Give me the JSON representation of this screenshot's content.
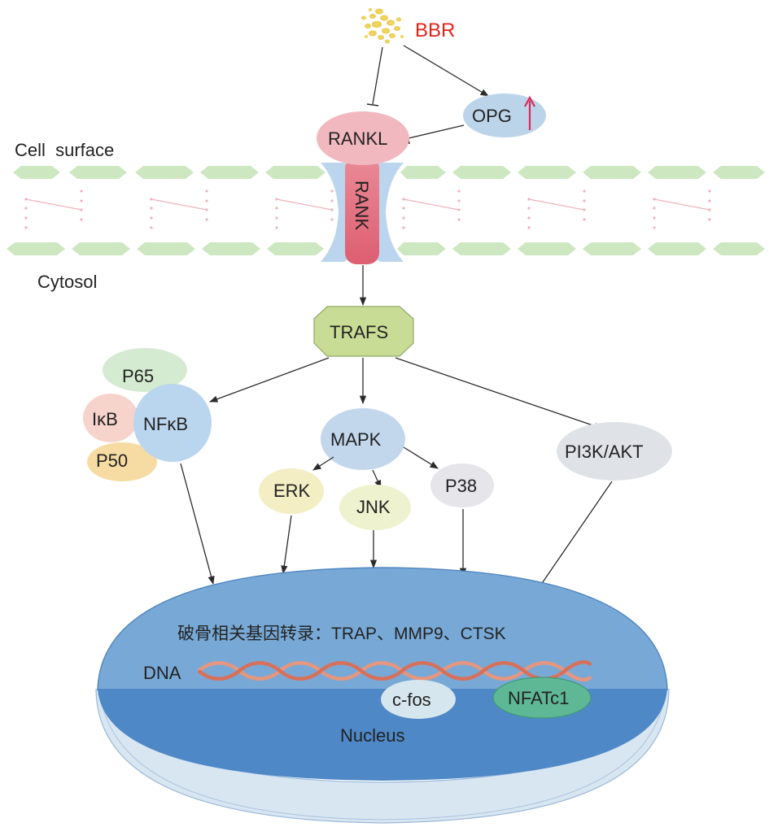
{
  "drug": {
    "label": "BBR",
    "color": "#e32219"
  },
  "labels": {
    "cell_surface": "Cell  surface",
    "cytosol": "Cytosol",
    "opg": "OPG",
    "rankl": "RANKL",
    "rank": "RANK",
    "trafs": "TRAFS",
    "p65": "P65",
    "ikb": "IκB",
    "nfkb": "NFκB",
    "p50": "P50",
    "mapk": "MAPK",
    "erk": "ERK",
    "jnk": "JNK",
    "p38": "P38",
    "pi3k_akt": "PI3K/AKT",
    "transcription": "破骨相关基因转录：TRAP、MMP9、CTSK",
    "dna": "DNA",
    "cfos": "c-fos",
    "nfatc1": "NFATc1",
    "nucleus": "Nucleus"
  },
  "colors": {
    "membrane": "#cde8c0",
    "rankl": "#f2b8c0",
    "rank": "#e8697a",
    "rank_holder": "#bcd5ee",
    "opg": "#bcd4ea",
    "opg_arrow": "#d42a5a",
    "trafs": "#c9dc95",
    "p65": "#d5ebd1",
    "ikb": "#f6d4cc",
    "nfkb": "#bad6ef",
    "p50": "#f6dca2",
    "mapk": "#c2d7ec",
    "erk": "#f3eec4",
    "jnk": "#eef2cf",
    "p38": "#e6e6ea",
    "pi3k": "#dfe3e8",
    "nucleus_top": "#78a9d6",
    "nucleus_bottom": "#4e88c6",
    "nucleus_outer": "#d8e6f2",
    "dna": "#e29a86",
    "cfos": "#d6e6ee",
    "nfatc1": "#5fb895"
  }
}
